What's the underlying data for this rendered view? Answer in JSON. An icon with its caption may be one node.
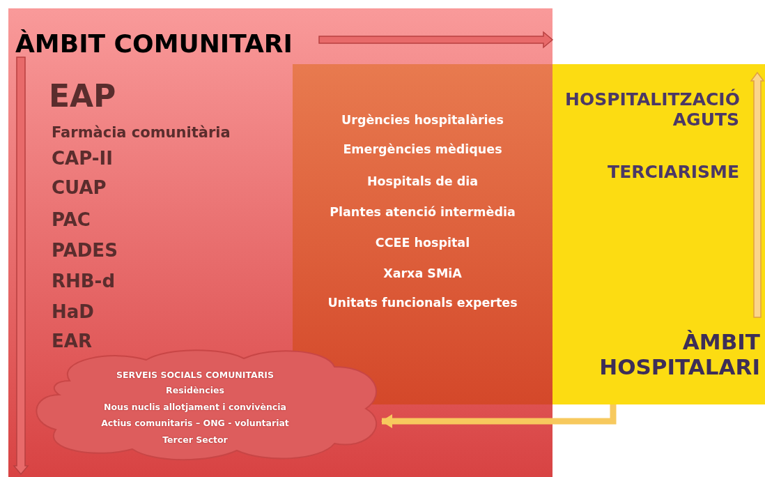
{
  "diagram": {
    "nodes": [
      {
        "text": [
          "ÀMBIT COMUNITARI",
          "EAP",
          "Farmàcia comunitària",
          "CAP-II",
          "CUAP",
          "PAC",
          "PADES",
          "RHB-d",
          "HaD",
          "EAR"
        ]
      },
      {
        "text": [
          "HOSPITALITZACIÓ AGUTS",
          "TERCIARISME",
          "ÀMBIT HOSPITALARI"
        ]
      },
      {
        "text": [
          "Urgències hospitalàries",
          "Emergències mèdiques",
          "Hospitals de dia",
          "Plantes atenció intermèdia",
          "CCEE hospital",
          "Xarxa SMiA",
          "Unitats funcionals expertes"
        ],
        "in": 0
      },
      {
        "text": [
          "SERVEIS SOCIALS COMUNITARIS",
          "Residències",
          "Nous nuclis allotjament i convivència",
          "Actius comunitaris – ONG - voluntariat",
          "Tercer Sector"
        ],
        "in": 0
      }
    ],
    "edges": [
      {
        "from": 1,
        "to": 3,
        "arrow": "to"
      }
    ]
  }
}
